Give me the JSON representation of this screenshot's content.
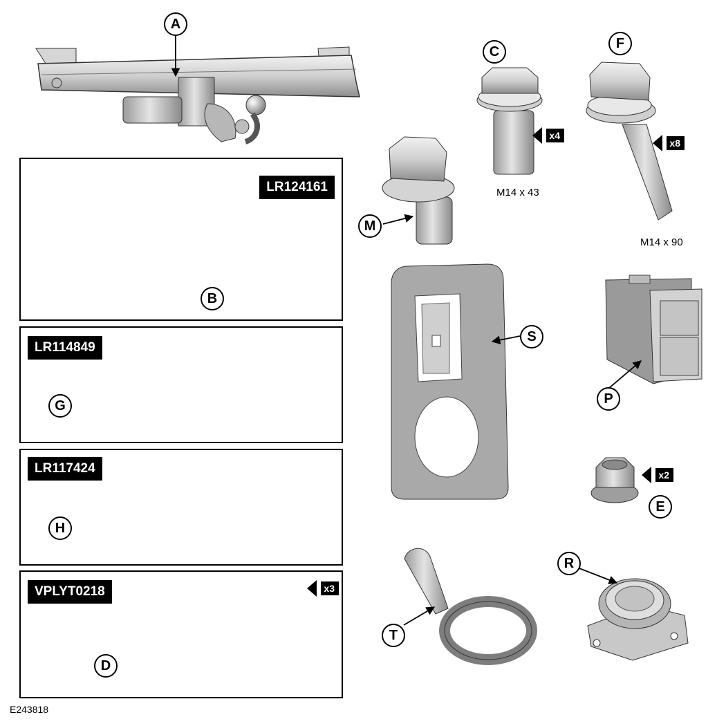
{
  "callouts": {
    "A": "A",
    "B": "B",
    "C": "C",
    "D": "D",
    "E": "E",
    "F": "F",
    "G": "G",
    "H": "H",
    "M": "M",
    "P": "P",
    "R": "R",
    "S": "S",
    "T": "T"
  },
  "part_numbers": {
    "wiring_harness": "LR124161",
    "bumper_cover_1": "LR114849",
    "bumper_cover_2": "LR117424",
    "control_module": "VPLYT0218"
  },
  "quantities": {
    "bolt_c": "x4",
    "bolt_f": "x8",
    "nut_e": "x2",
    "nut_module": "x3"
  },
  "sizes": {
    "bolt_c": "M14 x 43",
    "bolt_f": "M14 x 90"
  },
  "figure_ref": "E243818",
  "colors": {
    "part_fill": "#d8d8d8",
    "part_shade": "#9a9a9a",
    "outline": "#000000"
  }
}
